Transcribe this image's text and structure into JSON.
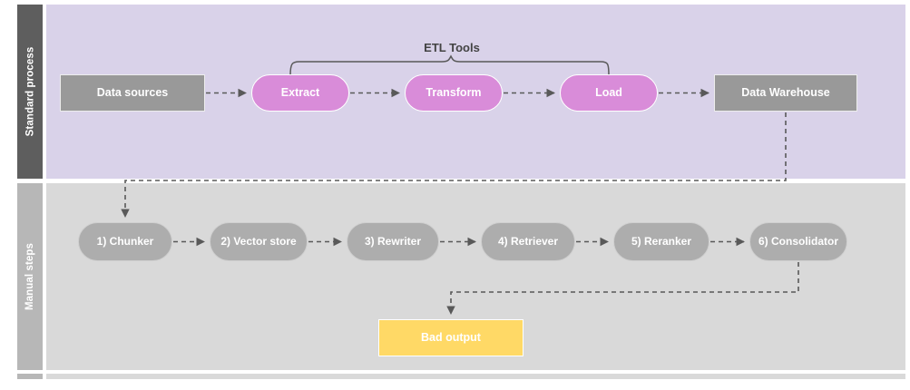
{
  "diagram": {
    "title": "ETL and manual RAG steps swimlane diagram",
    "lanes": [
      {
        "id": "standard-process",
        "label": "Standard process",
        "band_color": "#5e5e5e",
        "body_color": "#d9d2e9"
      },
      {
        "id": "manual-steps",
        "label": "Manual steps",
        "band_color": "#b7b7b7",
        "body_color": "#d9d9d9"
      },
      {
        "id": "bottom-strip",
        "label": "",
        "band_color": "#b7b7b7",
        "body_color": "#d9d9d9"
      }
    ],
    "annotations": {
      "etl_brace_label": "ETL Tools"
    },
    "colors": {
      "pink_node": "#d98cd9",
      "gray_rect_node": "#999999",
      "gray_pill_node": "#adadad",
      "yellow_node": "#ffd966",
      "connector": "#595959",
      "lane_purple": "#d9d2e9",
      "lane_gray": "#d9d9d9",
      "label_text": "#434343"
    },
    "standard_process_nodes": [
      {
        "id": "data-sources",
        "label": "Data sources",
        "shape": "rect",
        "color": "#999999"
      },
      {
        "id": "extract",
        "label": "Extract",
        "shape": "pill",
        "color": "#d98cd9"
      },
      {
        "id": "transform",
        "label": "Transform",
        "shape": "pill",
        "color": "#d98cd9"
      },
      {
        "id": "load",
        "label": "Load",
        "shape": "pill",
        "color": "#d98cd9"
      },
      {
        "id": "data-warehouse",
        "label": "Data Warehouse",
        "shape": "rect",
        "color": "#999999"
      }
    ],
    "manual_steps_nodes": [
      {
        "id": "chunker",
        "label": "1) Chunker",
        "shape": "pill",
        "color": "#adadad"
      },
      {
        "id": "vector-store",
        "label": "2) Vector store",
        "shape": "pill",
        "color": "#adadad"
      },
      {
        "id": "rewriter",
        "label": "3) Rewriter",
        "shape": "pill",
        "color": "#adadad"
      },
      {
        "id": "retriever",
        "label": "4) Retriever",
        "shape": "pill",
        "color": "#adadad"
      },
      {
        "id": "reranker",
        "label": "5) Reranker",
        "shape": "pill",
        "color": "#adadad"
      },
      {
        "id": "consolidator",
        "label": "6) Consolidator",
        "shape": "pill",
        "color": "#adadad"
      }
    ],
    "output_node": {
      "id": "bad-output",
      "label": "Bad output",
      "shape": "rect",
      "color": "#ffd966"
    },
    "connections": [
      {
        "from": "data-sources",
        "to": "extract",
        "style": "dashed"
      },
      {
        "from": "extract",
        "to": "transform",
        "style": "dashed"
      },
      {
        "from": "transform",
        "to": "load",
        "style": "dashed"
      },
      {
        "from": "load",
        "to": "data-warehouse",
        "style": "dashed"
      },
      {
        "from": "data-warehouse",
        "to": "chunker",
        "style": "dashed"
      },
      {
        "from": "chunker",
        "to": "vector-store",
        "style": "dashed"
      },
      {
        "from": "vector-store",
        "to": "rewriter",
        "style": "dashed"
      },
      {
        "from": "rewriter",
        "to": "retriever",
        "style": "dashed"
      },
      {
        "from": "retriever",
        "to": "reranker",
        "style": "dashed"
      },
      {
        "from": "reranker",
        "to": "consolidator",
        "style": "dashed"
      },
      {
        "from": "consolidator",
        "to": "bad-output",
        "style": "dashed"
      }
    ]
  }
}
